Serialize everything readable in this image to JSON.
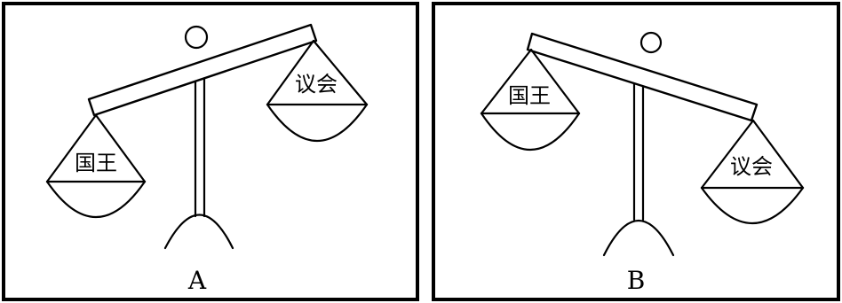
{
  "panels": [
    {
      "label": "A",
      "left_pan": "国王",
      "right_pan": "议会"
    },
    {
      "label": "B",
      "left_pan": "国王",
      "right_pan": "议会"
    }
  ]
}
